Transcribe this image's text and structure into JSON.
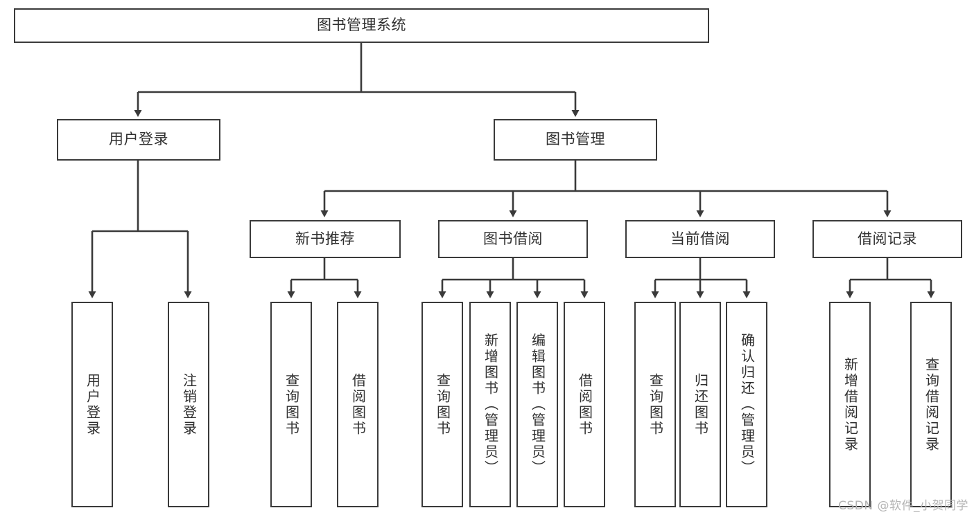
{
  "diagram": {
    "type": "tree-hierarchy-diagram",
    "title": "图书管理系统",
    "style": {
      "box_border_color": "#3a3a3a",
      "box_fill_color": "#ffffff",
      "edge_color": "#3a3a3a",
      "text_color": "#2f2f2f",
      "background_color": "#ffffff",
      "watermark_color": "#b4b4b4"
    },
    "nodes": {
      "root": {
        "label": "图书管理系统",
        "level": 0,
        "orientation": "horizontal"
      },
      "l1": [
        {
          "id": "user_login",
          "label": "用户登录",
          "level": 1,
          "orientation": "horizontal"
        },
        {
          "id": "book_manage",
          "label": "图书管理",
          "level": 1,
          "orientation": "horizontal"
        }
      ],
      "l2": [
        {
          "id": "new_book_rec",
          "label": "新书推荐",
          "level": 2,
          "orientation": "horizontal",
          "parent": "book_manage"
        },
        {
          "id": "book_borrow",
          "label": "图书借阅",
          "level": 2,
          "orientation": "horizontal",
          "parent": "book_manage"
        },
        {
          "id": "current_borrow",
          "label": "当前借阅",
          "level": 2,
          "orientation": "horizontal",
          "parent": "book_manage"
        },
        {
          "id": "borrow_record",
          "label": "借阅记录",
          "level": 2,
          "orientation": "horizontal",
          "parent": "book_manage"
        }
      ],
      "leaves": [
        {
          "id": "leaf_user_login",
          "label": "用户登录",
          "parent": "user_login"
        },
        {
          "id": "leaf_logout",
          "label": "注销登录",
          "parent": "user_login"
        },
        {
          "id": "leaf_query_book_1",
          "label": "查询图书",
          "parent": "new_book_rec"
        },
        {
          "id": "leaf_borrow_book_1",
          "label": "借阅图书",
          "parent": "new_book_rec"
        },
        {
          "id": "leaf_query_book_2",
          "label": "查询图书",
          "parent": "book_borrow"
        },
        {
          "id": "leaf_add_book",
          "label": "新增图书（管理员）",
          "parent": "book_borrow"
        },
        {
          "id": "leaf_edit_book",
          "label": "编辑图书（管理员）",
          "parent": "book_borrow"
        },
        {
          "id": "leaf_borrow_book_2",
          "label": "借阅图书",
          "parent": "book_borrow"
        },
        {
          "id": "leaf_query_book_3",
          "label": "查询图书",
          "parent": "current_borrow"
        },
        {
          "id": "leaf_return_book",
          "label": "归还图书",
          "parent": "current_borrow"
        },
        {
          "id": "leaf_confirm_return",
          "label": "确认归还（管理员）",
          "parent": "current_borrow"
        },
        {
          "id": "leaf_add_record",
          "label": "新增借阅记录",
          "parent": "borrow_record"
        },
        {
          "id": "leaf_query_record",
          "label": "查询借阅记录",
          "parent": "borrow_record"
        }
      ]
    }
  },
  "watermark": {
    "text": "CSDN @软件_小贺同学"
  }
}
